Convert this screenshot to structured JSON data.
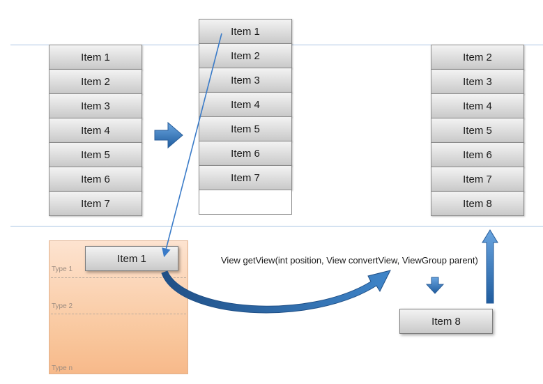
{
  "columns": {
    "initial": [
      "Item 1",
      "Item 2",
      "Item 3",
      "Item 4",
      "Item 5",
      "Item 6",
      "Item 7"
    ],
    "scrolled": [
      "Item 1",
      "Item 2",
      "Item 3",
      "Item 4",
      "Item 5",
      "Item 6",
      "Item 7",
      ""
    ],
    "final": [
      "Item 2",
      "Item 3",
      "Item 4",
      "Item 5",
      "Item 6",
      "Item 7",
      "Item 8"
    ]
  },
  "recycler": {
    "types": [
      "Type 1",
      "Type 2",
      "Type n"
    ],
    "recycled_item": "Item 1"
  },
  "new_item": "Item 8",
  "caption": "View getView(int position, View convertView, ViewGroup parent)",
  "colors": {
    "arrow_blue": "#2f6fb3",
    "viewport_line": "#a9c4e3",
    "recycler_orange": "#f9c79d"
  }
}
